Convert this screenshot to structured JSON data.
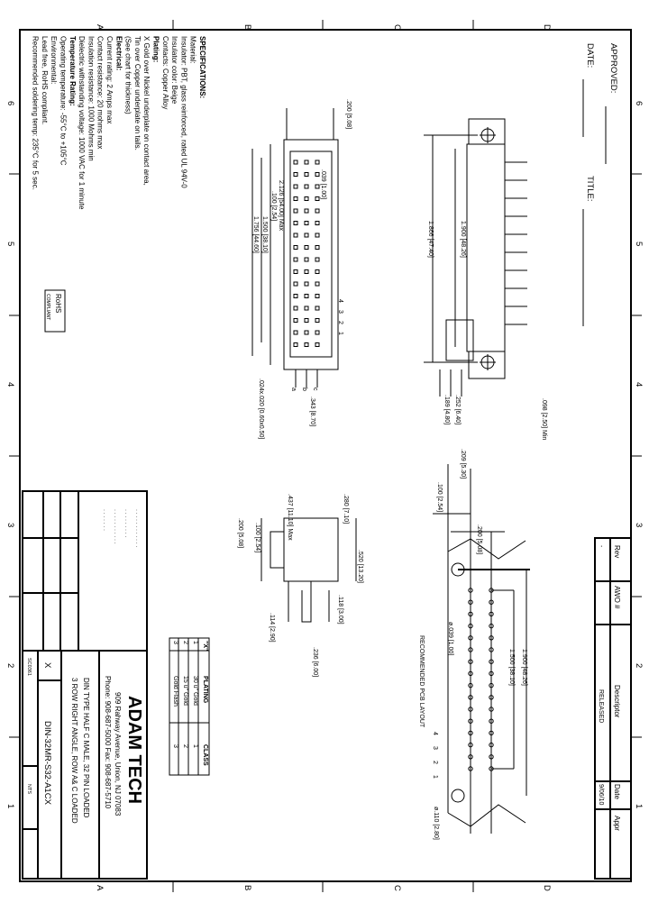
{
  "border": {
    "zones_letters": [
      "A",
      "B",
      "C",
      "D"
    ],
    "zones_numbers": [
      "6",
      "5",
      "4",
      "3",
      "2",
      "1"
    ]
  },
  "header": {
    "approved_label": "APPROVED:",
    "date_label": "DATE:",
    "title_label": "TITLE:"
  },
  "specifications": {
    "lines": [
      "SPECIFICATIONS:",
      "Material:",
      "Insulator: PBT, glass reinforced, rated UL 94V-0",
      "Insulator color: Beige",
      "Contacts: Copper Alloy",
      "Plating:",
      "X Gold over Nickel underplate on contact area,",
      "Tin over Copper underplate on tails.",
      "(See chart for thickness)",
      "Electrical:",
      "Current rating: 2 Amps max",
      "Contact resistance: 20 mohms max",
      "Insulation resistance: 1000 Mohms min",
      "Dielectric withstanding voltage: 1000 VAC for 1 minute",
      "Temperature Rating:",
      "Operating temperature: -55°C to +105°C",
      "Environmental:",
      "Lead free, RoHS compliant.",
      "Recommended soldering temp: 235°C for 5 sec."
    ],
    "rohs_logo": "RoHS COMPLIANT"
  },
  "side_view": {
    "dims": [
      ".098 [2.50] Min",
      ".189 [4.80]",
      ".252 [6.40]",
      "1.900 [48.26]",
      "1.866 [47.40]"
    ]
  },
  "front_view": {
    "dims": [
      ".200 [5.08]",
      ".039 [1.00]",
      "2.126 [54.00] Max",
      ".100 [2.54]",
      "1.500 [38.10]",
      "1.756 [44.60]",
      ".024x.020 [0.60x0.50]",
      ".343 [8.70]"
    ],
    "row_labels": [
      "a",
      "b",
      "c"
    ],
    "pin_numbers": [
      "4",
      "3",
      "2",
      "1"
    ]
  },
  "profile_view": {
    "dims": [
      ".437 [11.10] Max",
      ".280 [7.10]",
      ".520 [13.20]",
      ".100 [2.54]",
      ".200 [5.08]",
      ".118 [3.00]",
      ".114 [2.90]",
      ".236 [6.00]"
    ]
  },
  "pcb_layout": {
    "title": "RECOMMENDED PCB LAYOUT",
    "dims": [
      ".209 [5.30]",
      ".100 [2.54]",
      ".200 [5.08]",
      "1.900 [48.26]",
      "1.500 [38.10]",
      "ø.039 [1.00]",
      "ø.110 [2.80]"
    ],
    "pin_numbers": [
      "4",
      "3",
      "2",
      "1"
    ]
  },
  "plating_table": {
    "headers": [
      "\"X\"",
      "PLATING",
      "CLASS"
    ],
    "rows": [
      [
        "1",
        "30 u\" Gold",
        "1"
      ],
      [
        "2",
        "15 u\" Gold",
        "2"
      ],
      [
        "3",
        "Gold Flash",
        "3"
      ]
    ]
  },
  "title_block": {
    "company": "ADAM TECH",
    "address": "909 Rahway Avenue, Union, NJ 07083",
    "phone": "Phone: 908-687-5000 Fax: 908-687-5710",
    "description_1": "DIN TYPE HALF C MALE, 32 PIN LOADED",
    "description_2": "3 ROW RIGHT ANGLE, ROW A& C LOADED",
    "part_number": "DIN-32MR-S32-A1CX",
    "x_label": "X",
    "scale": "NTS",
    "doc_code": "SC0361"
  },
  "revision_block": {
    "headers": [
      "Rev",
      "AWO #",
      "Descriptor",
      "Date",
      "Appr"
    ],
    "values": [
      "-",
      "",
      "RELEASED",
      "9/06/10",
      ""
    ]
  }
}
